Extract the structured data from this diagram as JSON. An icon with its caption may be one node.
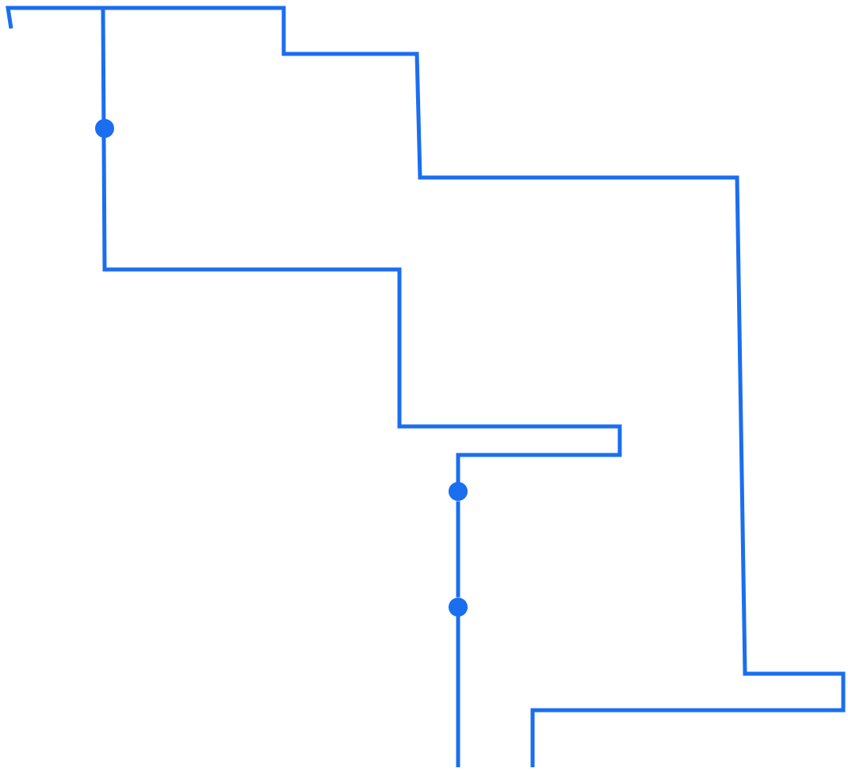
{
  "diagram": {
    "nodes": [
      {
        "text": [],
        "shape": "circle"
      },
      {
        "text": [],
        "shape": "circle"
      },
      {
        "text": [],
        "shape": "circle"
      }
    ],
    "edges": [
      {
        "from": 1,
        "to": 2,
        "arrow": "none"
      }
    ]
  }
}
